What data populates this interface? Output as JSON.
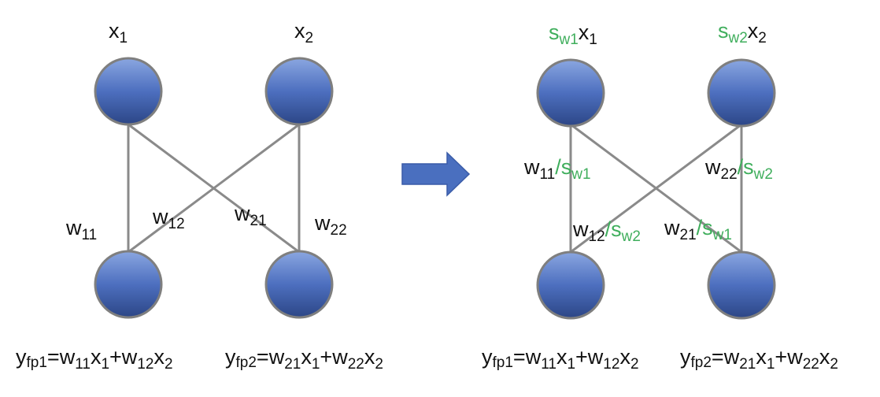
{
  "colors": {
    "node_top": "#7f9ddc",
    "node_bottom": "#2f4c8f",
    "edge": "#8a8a8a",
    "scale_text": "#3fae5c",
    "arrow": "#4a6fbf"
  },
  "left": {
    "inputs": [
      {
        "base": "x",
        "sub": "1"
      },
      {
        "base": "x",
        "sub": "2"
      }
    ],
    "weights": [
      {
        "base": "w",
        "sub": "11"
      },
      {
        "base": "w",
        "sub": "12"
      },
      {
        "base": "w",
        "sub": "21"
      },
      {
        "base": "w",
        "sub": "22"
      }
    ],
    "equations": [
      {
        "y": "y",
        "ysub": "fp1",
        "t1": "=w",
        "s1": "11",
        "t2": "x",
        "s2": "1",
        "t3": "+w",
        "s3": "12",
        "t4": "x",
        "s4": "2"
      },
      {
        "y": "y",
        "ysub": "fp2",
        "t1": "=w",
        "s1": "21",
        "t2": "x",
        "s2": "1",
        "t3": "+w",
        "s3": "22",
        "t4": "x",
        "s4": "2"
      }
    ]
  },
  "right": {
    "inputs": [
      {
        "s": "s",
        "ssub": "w1",
        "base": "x",
        "sub": "1"
      },
      {
        "s": "s",
        "ssub": "w2",
        "base": "x",
        "sub": "2"
      }
    ],
    "weights": [
      {
        "base": "w",
        "sub": "11",
        "slash": "/",
        "s": "s",
        "ssub": "w1"
      },
      {
        "base": "w",
        "sub": "22",
        "slash": "/",
        "s": "s",
        "ssub": "w2"
      },
      {
        "base": "w",
        "sub": "12",
        "slash": "/",
        "s": "s",
        "ssub": "w2"
      },
      {
        "base": "w",
        "sub": "21",
        "slash": "/",
        "s": "s",
        "ssub": "w1"
      }
    ],
    "equations": [
      {
        "y": "y",
        "ysub": "fp1",
        "t1": "=w",
        "s1": "11",
        "t2": "x",
        "s2": "1",
        "t3": "+w",
        "s3": "12",
        "t4": "x",
        "s4": "2"
      },
      {
        "y": "y",
        "ysub": "fp2",
        "t1": "=w",
        "s1": "21",
        "t2": "x",
        "s2": "1",
        "t3": "+w",
        "s3": "22",
        "t4": "x",
        "s4": "2"
      }
    ]
  }
}
